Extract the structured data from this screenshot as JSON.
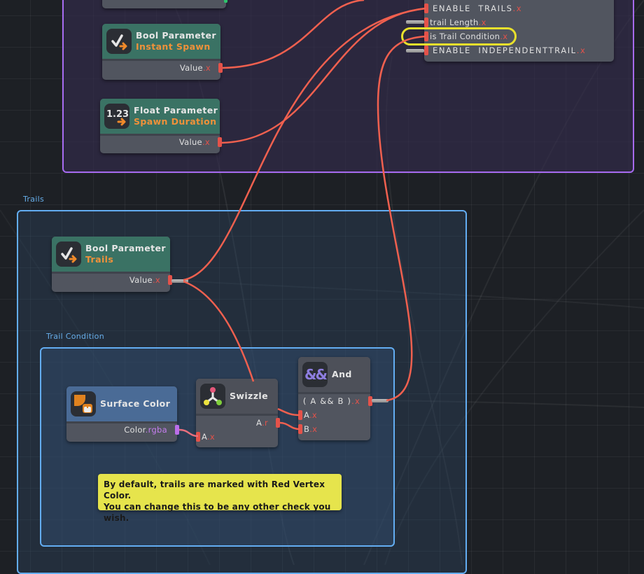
{
  "colors": {
    "canvas": "#1d2025",
    "group_purple": "#a66af0",
    "group_blue": "#63adf2",
    "wire": "#f0604f",
    "pin": "#e4524a",
    "pin_purple": "#bb6ee9",
    "node_header_param": "#3a7264",
    "node_header_surface": "#4a6b96",
    "node_body": "#51555f",
    "subtitle": "#f0913a",
    "highlight": "#e8e02c",
    "note_bg": "#e6e44c"
  },
  "groups": {
    "trails": {
      "label": "Trails"
    },
    "trail_condition": {
      "label": "Trail Condition"
    }
  },
  "nodes": {
    "instant_spawn": {
      "icon": "checkmark-arrow-icon",
      "title": "Bool Parameter",
      "subtitle": "Instant Spawn",
      "output": {
        "name": "Value",
        "swizzle": ".x"
      }
    },
    "spawn_duration": {
      "icon": "float-1.23-icon",
      "icon_text": "1.23",
      "title": "Float Parameter",
      "subtitle": "Spawn Duration",
      "output": {
        "name": "Value",
        "swizzle": ".x"
      }
    },
    "trails_param": {
      "icon": "checkmark-arrow-icon",
      "title": "Bool Parameter",
      "subtitle": "Trails",
      "output": {
        "name": "Value",
        "swizzle": ".x"
      }
    },
    "surface_color": {
      "icon": "surface-color-icon",
      "title": "Surface Color",
      "output": {
        "name": "Color",
        "swizzle": ".rgba"
      }
    },
    "swizzle": {
      "icon": "swizzle-icon",
      "title": "Swizzle",
      "output": {
        "name": "A",
        "swizzle": ".r"
      },
      "input": {
        "name": "A",
        "swizzle": ".x"
      }
    },
    "and": {
      "icon": "and-icon",
      "icon_text": "&&",
      "title": "And",
      "output": {
        "name": "( A && B )",
        "swizzle": ".x"
      },
      "inputs": [
        {
          "name": "A",
          "swizzle": ".x"
        },
        {
          "name": "B",
          "swizzle": ".x"
        }
      ]
    },
    "target": {
      "inputs": [
        {
          "name": "ENABLE  TRAILS",
          "swizzle": ".x"
        },
        {
          "name": "trail Length",
          "swizzle": ".x"
        },
        {
          "name": "is Trail Condition",
          "swizzle": ".x",
          "highlighted": true
        },
        {
          "name": "ENABLE  INDEPENDENTTRAIL",
          "swizzle": ".x"
        }
      ]
    }
  },
  "note": {
    "line1": "By default, trails are marked with Red Vertex Color.",
    "line2": "You can change this to be any other check you wish."
  }
}
